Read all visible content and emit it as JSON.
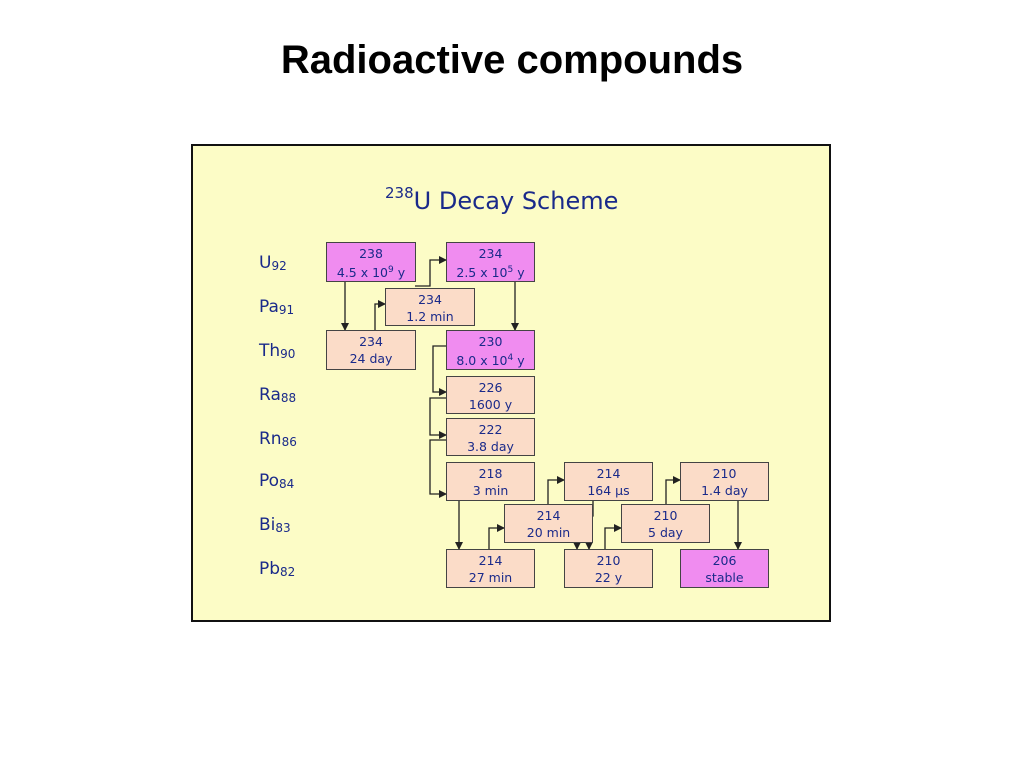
{
  "slide": {
    "title": "Radioactive compounds"
  },
  "diagram": {
    "title_mass": "238",
    "title_text": "U Decay Scheme",
    "elements": [
      {
        "symbol": "U",
        "z": "92"
      },
      {
        "symbol": "Pa",
        "z": "91"
      },
      {
        "symbol": "Th",
        "z": "90"
      },
      {
        "symbol": "Ra",
        "z": "88"
      },
      {
        "symbol": "Rn",
        "z": "86"
      },
      {
        "symbol": "Po",
        "z": "84"
      },
      {
        "symbol": "Bi",
        "z": "83"
      },
      {
        "symbol": "Pb",
        "z": "82"
      }
    ],
    "nuclides": [
      {
        "id": "u238",
        "mass": "238",
        "halflife": "4.5 x 10",
        "exp": "9",
        "unit": " y",
        "color": "#f08cf0"
      },
      {
        "id": "u234",
        "mass": "234",
        "halflife": "2.5 x 10",
        "exp": "5",
        "unit": " y",
        "color": "#f08cf0"
      },
      {
        "id": "pa234",
        "mass": "234",
        "halflife": "1.2 min",
        "color": "#fbdcc8"
      },
      {
        "id": "th234",
        "mass": "234",
        "halflife": "24 day",
        "color": "#fbdcc8"
      },
      {
        "id": "th230",
        "mass": "230",
        "halflife": "8.0 x 10",
        "exp": "4",
        "unit": " y",
        "color": "#f08cf0"
      },
      {
        "id": "ra226",
        "mass": "226",
        "halflife": "1600 y",
        "color": "#fbdcc8"
      },
      {
        "id": "rn222",
        "mass": "222",
        "halflife": "3.8 day",
        "color": "#fbdcc8"
      },
      {
        "id": "po218",
        "mass": "218",
        "halflife": "3 min",
        "color": "#fbdcc8"
      },
      {
        "id": "po214",
        "mass": "214",
        "halflife": "164 μs",
        "color": "#fbdcc8"
      },
      {
        "id": "po210",
        "mass": "210",
        "halflife": "1.4 day",
        "color": "#fbdcc8"
      },
      {
        "id": "bi214",
        "mass": "214",
        "halflife": "20 min",
        "color": "#fbdcc8"
      },
      {
        "id": "bi210",
        "mass": "210",
        "halflife": "5 day",
        "color": "#fbdcc8"
      },
      {
        "id": "pb214",
        "mass": "214",
        "halflife": "27 min",
        "color": "#fbdcc8"
      },
      {
        "id": "pb210",
        "mass": "210",
        "halflife": "22 y",
        "color": "#fbdcc8"
      },
      {
        "id": "pb206",
        "mass": "206",
        "halflife": "stable",
        "color": "#f08cf0"
      }
    ]
  }
}
